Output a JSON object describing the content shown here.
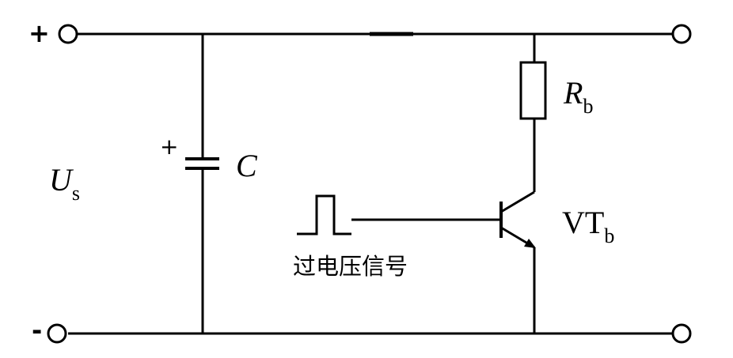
{
  "diagram": {
    "terminals": {
      "positive_sign": "+",
      "negative_sign": "-"
    },
    "source": {
      "symbol": "U",
      "subscript": "s"
    },
    "capacitor": {
      "polarity": "+",
      "symbol": "C"
    },
    "resistor": {
      "symbol": "R",
      "subscript": "b"
    },
    "transistor": {
      "symbol": "VT",
      "subscript": "b"
    },
    "signal": {
      "label": "过电压信号"
    },
    "colors": {
      "line": "#000000",
      "background": "#ffffff"
    }
  }
}
